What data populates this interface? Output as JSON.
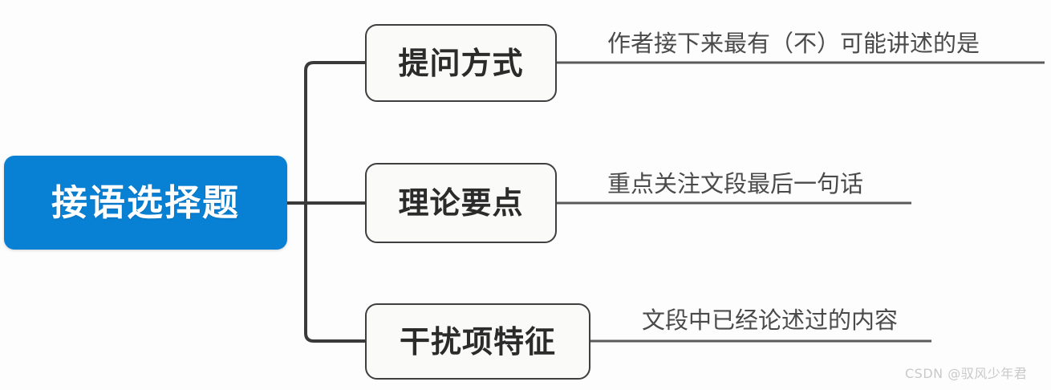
{
  "diagram": {
    "title": "接语选择题",
    "type": "mind-map",
    "root": {
      "label": "接语选择题",
      "color": "#0880d4",
      "text_color": "#ffffff"
    },
    "branches": [
      {
        "id": "branch-1",
        "label": "提问方式",
        "leaf": "作者接下来最有（不）可能讲述的是"
      },
      {
        "id": "branch-2",
        "label": "理论要点",
        "leaf": "重点关注文段最后一句话"
      },
      {
        "id": "branch-3",
        "label": "干扰项特征",
        "leaf": "文段中已经论述过的内容"
      }
    ],
    "node_border_color": "#3f3f3f",
    "node_fill_color": "#fafaf8",
    "connector_color": "#3a3a3a"
  },
  "watermark": {
    "text": "CSDN @驭风少年君"
  }
}
